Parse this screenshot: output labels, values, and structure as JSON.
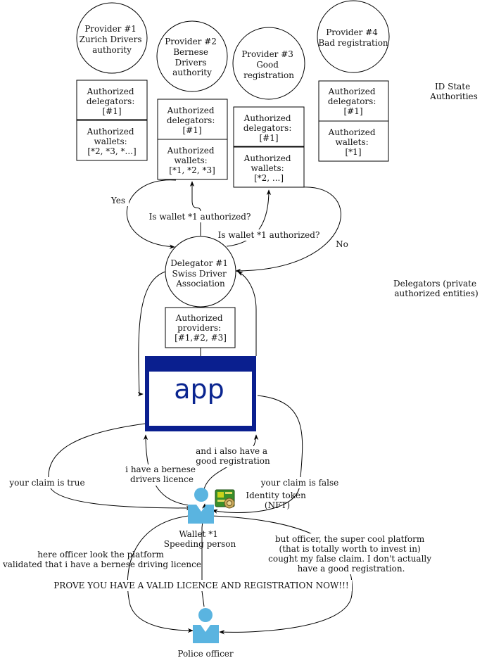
{
  "providers": [
    {
      "lines": [
        "Provider #1",
        "Zurich Drivers",
        "authority"
      ],
      "delegators": [
        "Authorized",
        "delegators:",
        "[#1]"
      ],
      "wallets": [
        "Authorized",
        "wallets:",
        "[*2, *3, *...]"
      ]
    },
    {
      "lines": [
        "Provider #2",
        "Bernese",
        "Drivers",
        "authority"
      ],
      "delegators": [
        "Authorized",
        "delegators:",
        "[#1]"
      ],
      "wallets": [
        "Authorized",
        "wallets:",
        "[*1, *2, *3]"
      ]
    },
    {
      "lines": [
        "Provider #3",
        "Good",
        "registration"
      ],
      "delegators": [
        "Authorized",
        "delegators:",
        "[#1]"
      ],
      "wallets": [
        "Authorized",
        "wallets:",
        "[*2, ...]"
      ]
    },
    {
      "lines": [
        "Provider #4",
        "Bad registration"
      ],
      "delegators": [
        "Authorized",
        "delegators:",
        "[#1]"
      ],
      "wallets": [
        "Authorized",
        "wallets:",
        "[*1]"
      ]
    }
  ],
  "section_labels": {
    "id_state": [
      "ID State",
      "Authorities"
    ],
    "delegators": [
      "Delegators (private",
      "authorized entities)"
    ]
  },
  "delegator": {
    "lines": [
      "Delegator #1",
      "Swiss Driver",
      "Association"
    ],
    "providers_box": [
      "Authorized",
      "providers:",
      "[#1,#2, #3]"
    ]
  },
  "app": {
    "label": "app"
  },
  "edge_labels": {
    "yes": "Yes",
    "no": "No",
    "query1": "Is wallet *1 authorized?",
    "query2": "Is wallet *1 authorized?",
    "claim_true": "your claim is true",
    "claim_false": "your claim is false",
    "bernese": [
      "i have a bernese",
      "drivers licence"
    ],
    "registration": [
      "and i also have a",
      "good registration"
    ],
    "officer_look": [
      "here officer look the platform",
      "validated that i have a bernese driving licence"
    ],
    "excuse": [
      "but officer, the super cool platform",
      "(that is totally worth to invest in)",
      "cought my false claim. I don't actually",
      "have a good registration."
    ],
    "prove": "PROVE YOU HAVE A VALID LICENCE AND REGISTRATION NOW!!!"
  },
  "wallet": {
    "lines": [
      "Wallet *1",
      "Speeding person"
    ]
  },
  "nft": {
    "lines": [
      "Identity token",
      "(NFT)"
    ]
  },
  "police": {
    "label": "Police officer"
  },
  "colors": {
    "app_border": "#0a1f8f",
    "app_text": "#0a2590",
    "person": "#5ab4e0",
    "stroke": "#000000"
  }
}
